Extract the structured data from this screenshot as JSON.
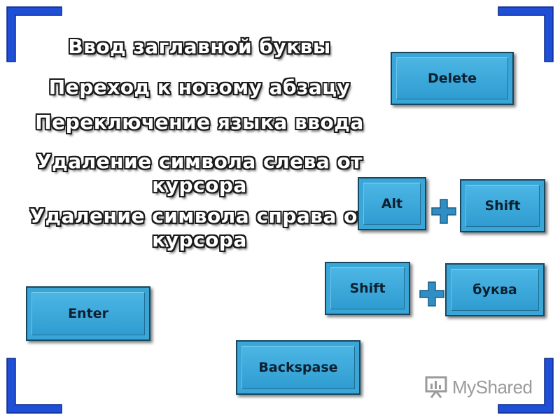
{
  "tasks": [
    "Ввод заглавной буквы",
    "Переход к новому абзацу",
    "Переключение языка ввода",
    "Удаление символа слева от курсора",
    "Удаление символа справа от курсора"
  ],
  "keys": {
    "delete": "Delete",
    "alt": "Alt",
    "shift_1": "Shift",
    "shift_2": "Shift",
    "bukva": "буква",
    "enter": "Enter",
    "backspace": "Backspase"
  },
  "logo": {
    "text": "MyShared"
  },
  "colors": {
    "key_fill": "#3aa6d8",
    "plus": "#2f8fc4",
    "corner": "#1f4fd6"
  },
  "icons": {
    "plus": "plus-icon",
    "corner": "corner-bracket-icon"
  }
}
